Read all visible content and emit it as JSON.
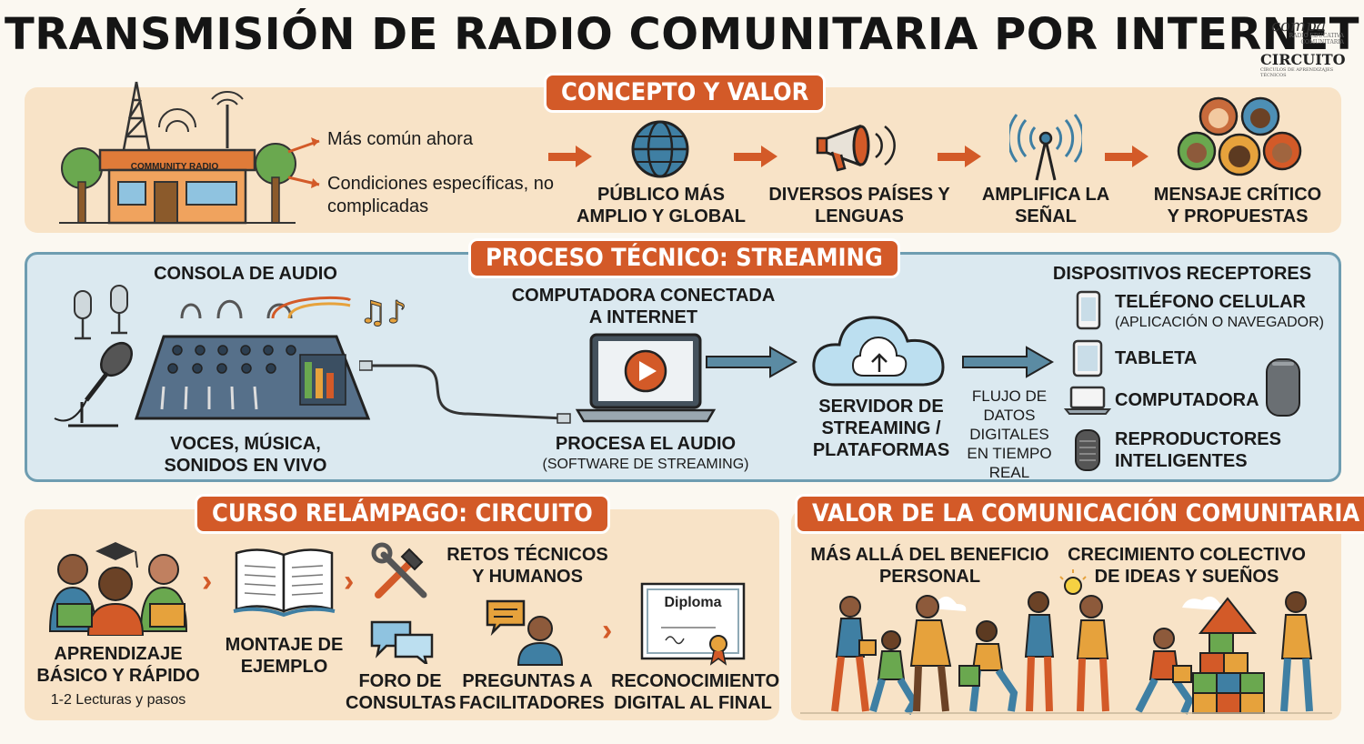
{
  "title": "TRANSMISIÓN DE RADIO COMUNITARIA POR INTERNET",
  "logos": {
    "compa": "compa",
    "compa_tagline": "RADIO EDUCATIVA COMUNITARIA",
    "circuito": "CIRCUITO",
    "circuito_tagline": "CÍRCULOS DE APRENDIZAJES TÉCNICOS"
  },
  "concepto": {
    "banner": "CONCEPTO Y VALOR",
    "station_sign": "COMMUNITY RADIO",
    "note1": "Más común ahora",
    "note2": "Condiciones específicas, no complicadas",
    "steps": [
      {
        "label": "PÚBLICO MÁS AMPLIO Y GLOBAL",
        "icon": "globe-icon"
      },
      {
        "label": "DIVERSOS PAÍSES Y LENGUAS",
        "icon": "megaphone-icon"
      },
      {
        "label": "AMPLIFICA LA SEÑAL",
        "icon": "antenna-icon"
      },
      {
        "label": "MENSAJE CRÍTICO Y PROPUESTAS",
        "icon": "people-faces-icon"
      }
    ]
  },
  "proceso": {
    "banner": "PROCESO TÉCNICO: STREAMING",
    "console_title": "CONSOLA DE AUDIO",
    "console_caption": "VOCES, MÚSICA, SONIDOS EN VIVO",
    "computer_title": "COMPUTADORA CONECTADA A INTERNET",
    "computer_caption": "PROCESA EL AUDIO",
    "computer_sub": "(SOFTWARE DE STREAMING)",
    "server_caption": "SERVIDOR DE STREAMING / PLATAFORMAS",
    "flow_caption": "FLUJO DE DATOS DIGITALES EN TIEMPO REAL",
    "devices_title": "DISPOSITIVOS RECEPTORES",
    "devices": [
      {
        "label": "TELÉFONO CELULAR",
        "sub": "(APLICACIÓN O NAVEGADOR)",
        "icon": "phone-icon"
      },
      {
        "label": "TABLETA",
        "sub": "",
        "icon": "tablet-icon"
      },
      {
        "label": "COMPUTADORA",
        "sub": "",
        "icon": "laptop-icon"
      },
      {
        "label": "REPRODUCTORES INTELIGENTES",
        "sub": "",
        "icon": "smart-speaker-icon"
      }
    ]
  },
  "curso": {
    "banner": "CURSO RELÁMPAGO: CIRCUITO",
    "item1": "APRENDIZAJE BÁSICO Y RÁPIDO",
    "item1_sub": "1-2 Lecturas y pasos",
    "item2": "MONTAJE DE EJEMPLO",
    "item3_top": "RETOS TÉCNICOS Y HUMANOS",
    "item3a": "FORO DE CONSULTAS",
    "item3b": "PREGUNTAS A FACILITADORES",
    "diploma_word": "Diploma",
    "item4": "RECONOCIMIENTO DIGITAL AL FINAL"
  },
  "valor": {
    "banner": "VALOR DE LA COMUNICACIÓN COMUNITARIA",
    "left": "MÁS ALLÁ DEL BENEFICIO PERSONAL",
    "right": "CRECIMIENTO COLECTIVO DE IDEAS Y SUEÑOS"
  }
}
